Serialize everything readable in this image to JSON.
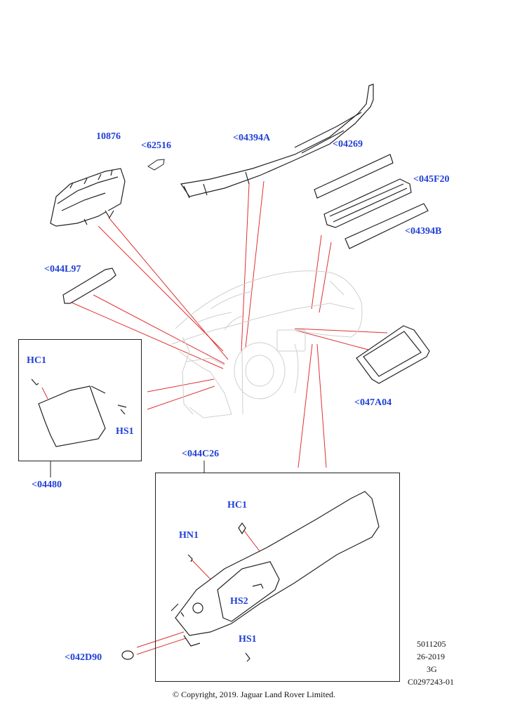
{
  "labels": {
    "p10876": "10876",
    "p62516": "<62516",
    "p04394A": "<04394A",
    "p04269": "<04269",
    "p045F20": "<045F20",
    "p04394B": "<04394B",
    "p044L97": "<044L97",
    "p047A04": "<047A04",
    "p04480": "<04480",
    "p044C26": "<044C26",
    "p042D90": "<042D90",
    "left_HC1": "HC1",
    "left_HS1": "HS1",
    "inset_HC1": "HC1",
    "inset_HN1": "HN1",
    "inset_HS2": "HS2",
    "inset_HS1": "HS1"
  },
  "meta": {
    "line1": "5011205",
    "line2": "26-2019",
    "line3": "3G",
    "line4": "C0297243-01"
  },
  "copyright": "© Copyright, 2019. Jaguar Land Rover Limited.",
  "colors": {
    "label": "#1f3fd6",
    "leader": "#e03030",
    "line": "#222222"
  }
}
